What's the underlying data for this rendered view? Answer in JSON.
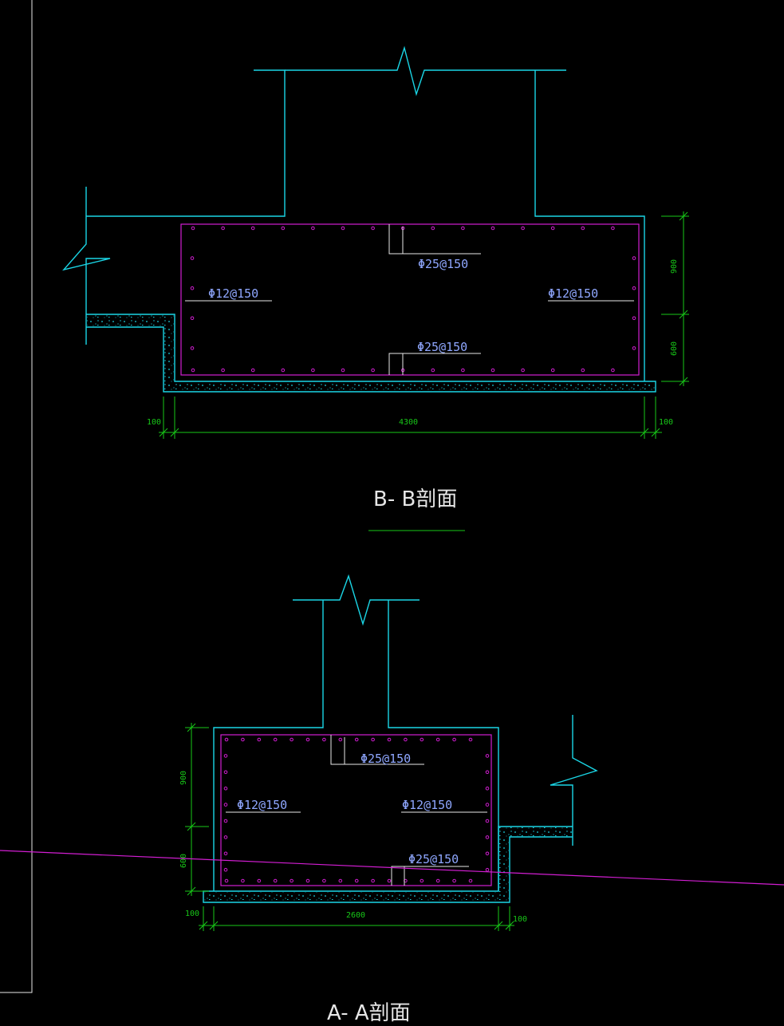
{
  "sections": {
    "bb": {
      "title": "B- B剖面",
      "rebar_top": "Φ25@150",
      "rebar_bottom": "Φ25@150",
      "rebar_left": "Φ12@150",
      "rebar_right": "Φ12@150",
      "dim_height_upper": "900",
      "dim_height_lower": "600",
      "dim_width": "4300",
      "dim_left": "100",
      "dim_right": "100"
    },
    "aa": {
      "title": "A- A剖面",
      "rebar_top": "Φ25@150",
      "rebar_bottom": "Φ25@150",
      "rebar_left": "Φ12@150",
      "rebar_right": "Φ12@150",
      "dim_height_upper": "900",
      "dim_height_lower": "600",
      "dim_width": "2600",
      "dim_left": "100",
      "dim_right": "100"
    }
  },
  "colors": {
    "outline": "#1ad6e6",
    "rebar": "#d21ed2",
    "dimension": "#18c818",
    "annotation": "#8fa7ff",
    "background": "#000000"
  }
}
